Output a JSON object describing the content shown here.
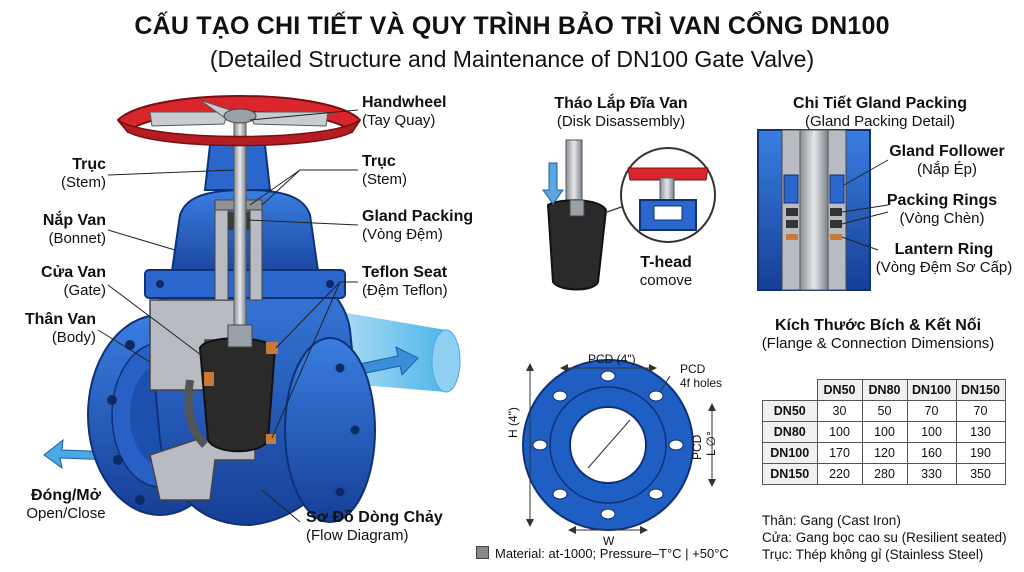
{
  "header": {
    "title": "CẤU TẠO CHI TIẾT VÀ QUY TRÌNH BẢO TRÌ VAN CỔNG DN100",
    "subtitle": "(Detailed Structure and Maintenance of DN100 Gate Valve)"
  },
  "main_labels": {
    "handwheel": {
      "vi": "Handwheel",
      "en": "(Tay Quay)"
    },
    "stem_left": {
      "vi": "Trục",
      "en": "(Stem)"
    },
    "stem_right": {
      "vi": "Trục",
      "en": "(Stem)"
    },
    "bonnet": {
      "vi": "Nắp Van",
      "en": "(Bonnet)"
    },
    "gland_packing": {
      "vi": "Gland Packing",
      "en": "(Vòng Đệm)"
    },
    "gate": {
      "vi": "Cửa Van",
      "en": "(Gate)"
    },
    "teflon_seat": {
      "vi": "Teflon Seat",
      "en": "(Đệm Teflon)"
    },
    "body": {
      "vi": "Thân Van",
      "en": "(Body)"
    },
    "open_close": {
      "vi": "Đóng/Mở",
      "en": "Open/Close"
    },
    "flow_diagram": {
      "vi": "Sơ Đồ Dòng Chảy",
      "en": "(Flow Diagram)"
    }
  },
  "disk_disassembly": {
    "title": "Tháo Lắp Đĩa Van",
    "subtitle": "(Disk Disassembly)",
    "callout_line1": "T-head",
    "callout_line2": "comove"
  },
  "gland_detail": {
    "title": "Chi Tiết Gland Packing",
    "subtitle": "(Gland Packing Detail)",
    "follower": {
      "vi": "Gland Follower",
      "en": "(Nắp Ép)"
    },
    "rings": {
      "vi": "Packing Rings",
      "en": "(Vòng Chèn)"
    },
    "lantern": {
      "vi": "Lantern Ring",
      "en": "(Vòng Đệm Sơ Cấp)"
    }
  },
  "flange_drawing": {
    "pcd_top": "PCD (4\")",
    "pcd_label": "PCD",
    "holes": "4f holes",
    "h_label": "H (4\")",
    "pcd_vertical": "PCD",
    "l_label": "L ∅°",
    "w_label": "W"
  },
  "dimensions": {
    "title": "Kích Thước Bích & Kết Nối",
    "subtitle": "(Flange & Connection Dimensions)",
    "columns": [
      "DN50",
      "DN80",
      "DN100",
      "DN150"
    ],
    "rows": [
      {
        "label": "DN50",
        "values": [
          "30",
          "50",
          "70",
          "70"
        ]
      },
      {
        "label": "DN80",
        "values": [
          "100",
          "100",
          "100",
          "130"
        ]
      },
      {
        "label": "DN100",
        "values": [
          "170",
          "120",
          "160",
          "190"
        ]
      },
      {
        "label": "DN150",
        "values": [
          "220",
          "280",
          "330",
          "350"
        ]
      }
    ]
  },
  "materials": [
    "Thân: Gang (Cast Iron)",
    "Cửa: Gang bọc cao su (Resilient seated)",
    "Trục: Thép không gỉ (Stainless Steel)"
  ],
  "legend": {
    "text": "Material: at-1000; Pressure–T°C | +50°C"
  },
  "colors": {
    "valve_blue": "#1f5fc4",
    "valve_blue_dark": "#103a88",
    "handwheel_red": "#d8262c",
    "flow_blue": "#4fb6ea",
    "section_grey": "#b8bcc2",
    "rubber_black": "#2a2a2a",
    "teflon_orange": "#c87a3a"
  }
}
